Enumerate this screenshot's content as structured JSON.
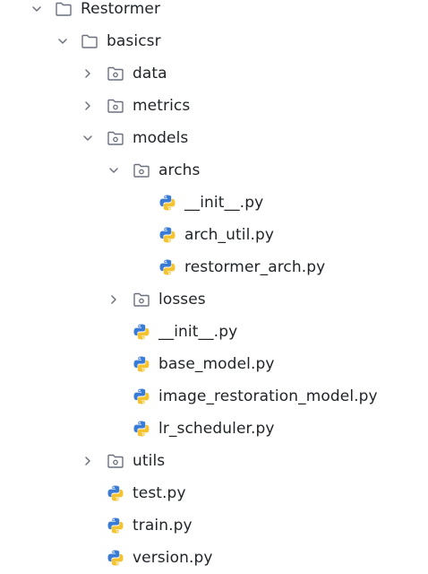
{
  "tree": {
    "root": {
      "label": "Restormer",
      "expanded": true
    },
    "basicsr": {
      "label": "basicsr",
      "expanded": true
    },
    "data": {
      "label": "data",
      "expanded": false
    },
    "metrics": {
      "label": "metrics",
      "expanded": false
    },
    "models": {
      "label": "models",
      "expanded": true
    },
    "archs": {
      "label": "archs",
      "expanded": true
    },
    "archs_init": {
      "label": "__init__.py"
    },
    "arch_util": {
      "label": "arch_util.py"
    },
    "restormer_arch": {
      "label": "restormer_arch.py"
    },
    "losses": {
      "label": "losses",
      "expanded": false
    },
    "models_init": {
      "label": "__init__.py"
    },
    "base_model": {
      "label": "base_model.py"
    },
    "image_restoration_model": {
      "label": "image_restoration_model.py"
    },
    "lr_scheduler": {
      "label": "lr_scheduler.py"
    },
    "utils": {
      "label": "utils",
      "expanded": false
    },
    "test": {
      "label": "test.py"
    },
    "train": {
      "label": "train.py"
    },
    "version": {
      "label": "version.py"
    }
  },
  "colors": {
    "text": "#1f2328",
    "icon_stroke": "#6c707e",
    "python_blue": "#3a7bd5",
    "python_yellow": "#f4c430"
  }
}
